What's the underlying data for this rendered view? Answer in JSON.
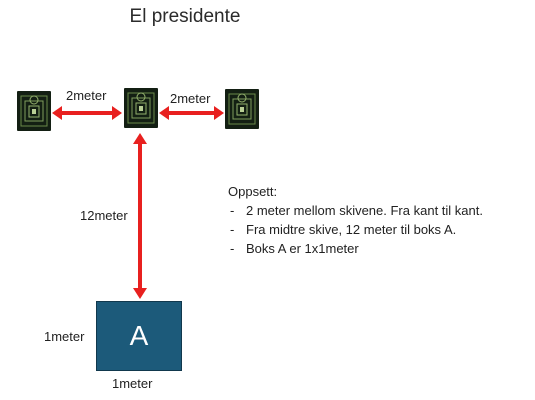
{
  "title": "El presidente",
  "colors": {
    "arrow": "#e8201f",
    "target_bg": "#131f13",
    "target_ring": "#6a8a4a",
    "box_fill": "#1c5a7a"
  },
  "distances": {
    "left_gap": "2meter",
    "right_gap": "2meter",
    "to_box": "12meter"
  },
  "box": {
    "letter": "A",
    "side_label": "1meter",
    "bottom_label": "1meter"
  },
  "notes": {
    "heading": "Oppsett:",
    "items": [
      "2 meter mellom skivene. Fra kant til kant.",
      "Fra midtre skive, 12 meter til boks A.",
      "Boks A er 1x1meter"
    ]
  }
}
